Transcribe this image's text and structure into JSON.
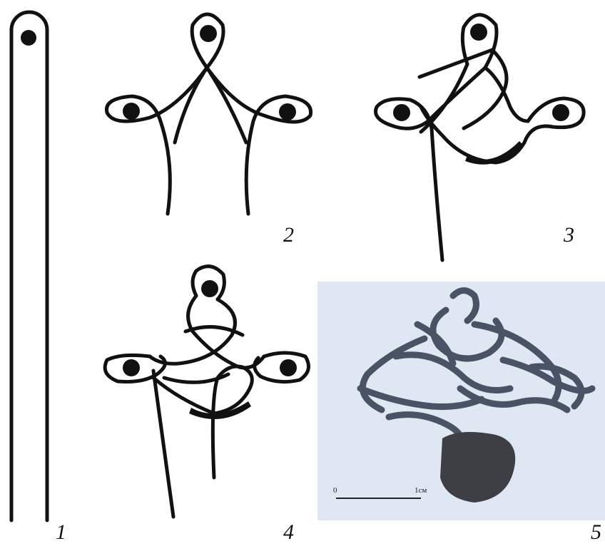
{
  "figure": {
    "panel_labels": [
      "1",
      "2",
      "3",
      "4",
      "5"
    ]
  },
  "photo": {
    "scale_start": "0",
    "scale_end": "1см"
  },
  "colors": {
    "ink": "#111111",
    "photo_background": "#dfe7f3",
    "artifact": "#4a5366"
  }
}
